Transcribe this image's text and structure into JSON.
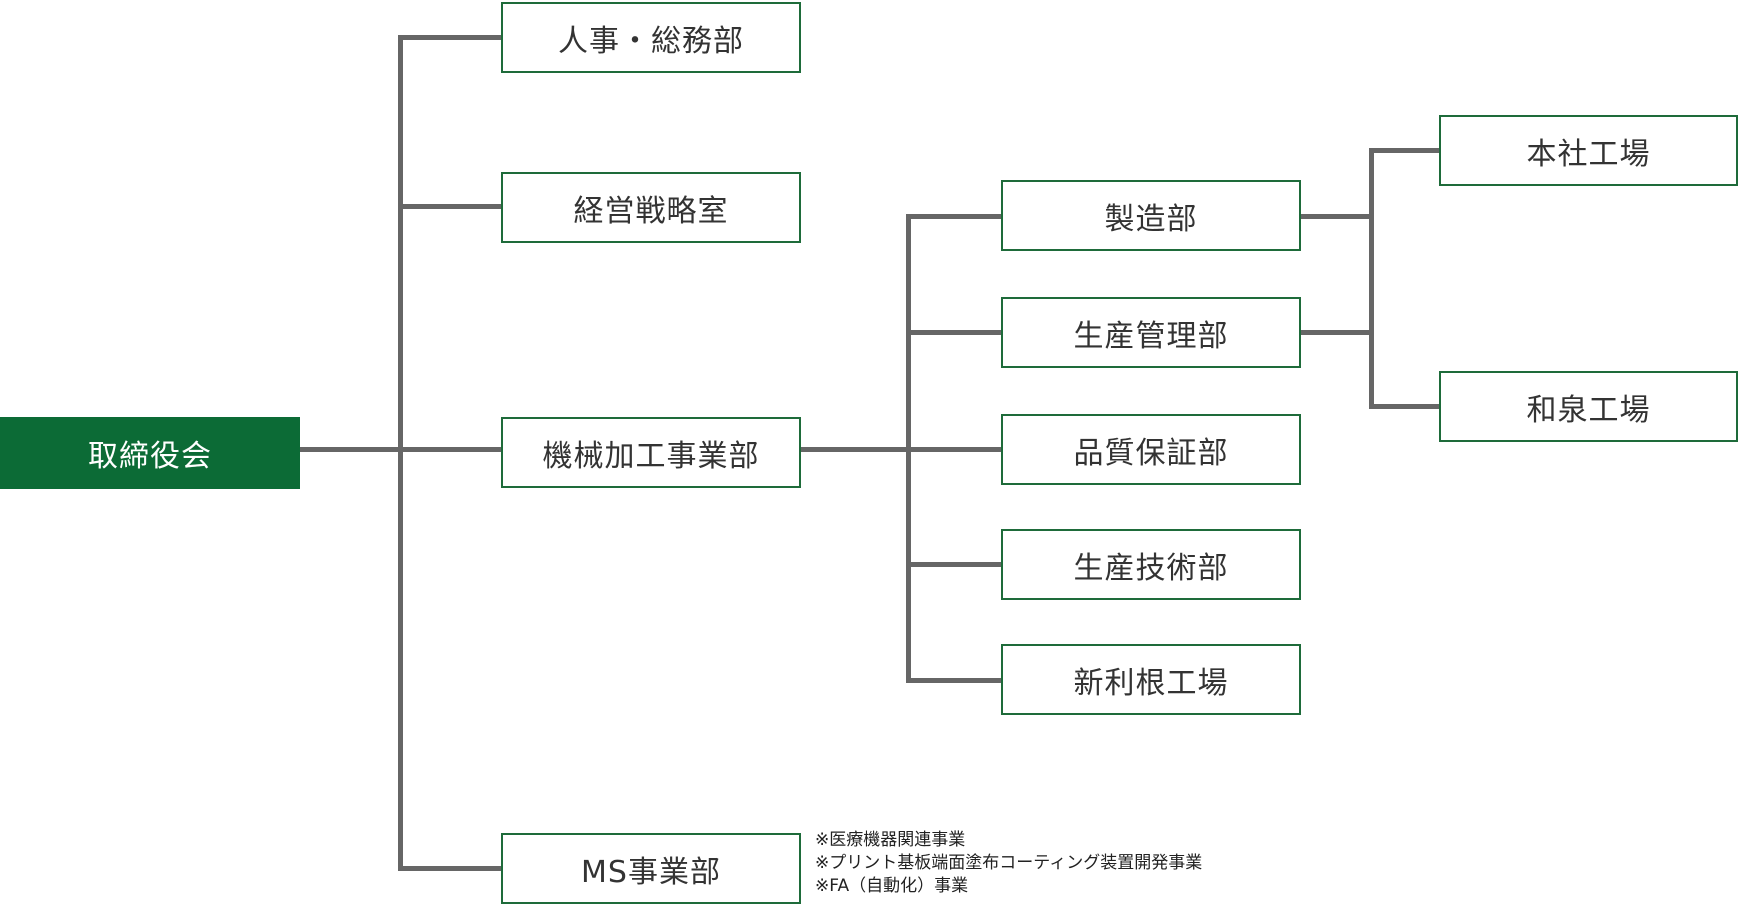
{
  "colors": {
    "root_fill": "#0c6b36",
    "box_border": "#1e6b3a",
    "connector": "#666666",
    "text": "#333333"
  },
  "root": {
    "label": "取締役会"
  },
  "departments": {
    "hr_general": "人事・総務部",
    "strategy": "経営戦略室",
    "machining": "機械加工事業部",
    "ms": "MS事業部"
  },
  "machining_units": {
    "manufacturing": "製造部",
    "production_control": "生産管理部",
    "quality_assurance": "品質保証部",
    "production_engineering": "生産技術部",
    "shintone_plant": "新利根工場"
  },
  "plants": {
    "head_office": "本社工場",
    "izumi": "和泉工場"
  },
  "ms_notes": [
    "※医療機器関連事業",
    "※プリント基板端面塗布コーティング装置開発事業",
    "※FA（自動化）事業"
  ]
}
